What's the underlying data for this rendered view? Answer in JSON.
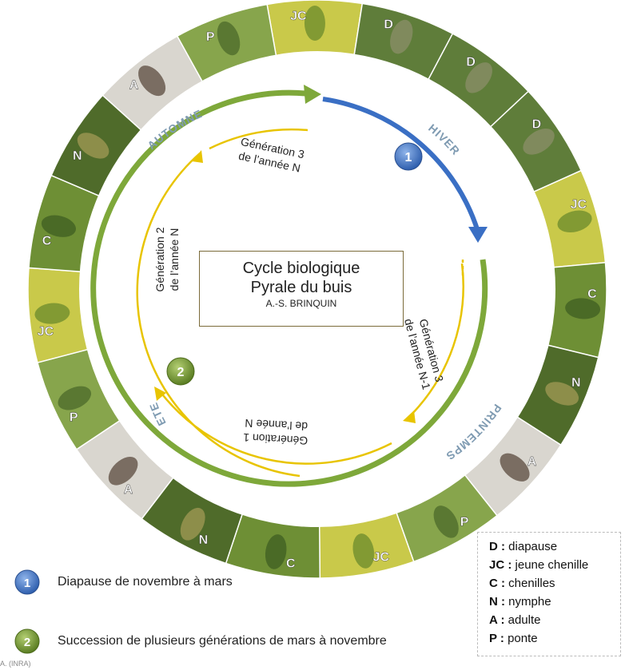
{
  "center": {
    "title": "Cycle biologique",
    "subtitle": "Pyrale du buis",
    "author": "A.-S. BRINQUIN"
  },
  "seasons": {
    "autumn": "AUTOMNE",
    "winter": "HIVER",
    "spring": "PRINTEMPS",
    "summer": "ETE"
  },
  "generations": {
    "gen3_year_n_line1": "Génération 3",
    "gen3_year_n_line2": "de l’année N",
    "gen2_line1": "Génération 2",
    "gen2_line2": "de l’année N",
    "gen3_prev_line1": "Génération 3",
    "gen3_prev_line2": "de l’année N-1",
    "gen1_line1": "Génération 1",
    "gen1_line2": "de l’année N"
  },
  "ring_labels": [
    "JC",
    "D",
    "D",
    "D",
    "JC",
    "C",
    "N",
    "A",
    "P",
    "JC",
    "C",
    "N",
    "A",
    "P",
    "JC",
    "C",
    "N",
    "A",
    "P"
  ],
  "markers": {
    "one": "1",
    "two": "2"
  },
  "key": {
    "item1": "Diapause de novembre à mars",
    "item2": "Succession de plusieurs générations de mars à novembre"
  },
  "legend": [
    {
      "abbr": "D :",
      "text": "diapause"
    },
    {
      "abbr": "JC :",
      "text": "jeune chenille"
    },
    {
      "abbr": "C :",
      "text": "chenilles"
    },
    {
      "abbr": "N :",
      "text": "nymphe"
    },
    {
      "abbr": "A :",
      "text": "adulte"
    },
    {
      "abbr": "P :",
      "text": "ponte"
    }
  ],
  "credit": "A. (INRA)",
  "colors": {
    "winter_arrow": "#3a6fc4",
    "season_arc": "#7ea83a",
    "generation_arc": "#e8c400",
    "marker_blue": "#3d75c9",
    "marker_green": "#6f9a2e"
  }
}
